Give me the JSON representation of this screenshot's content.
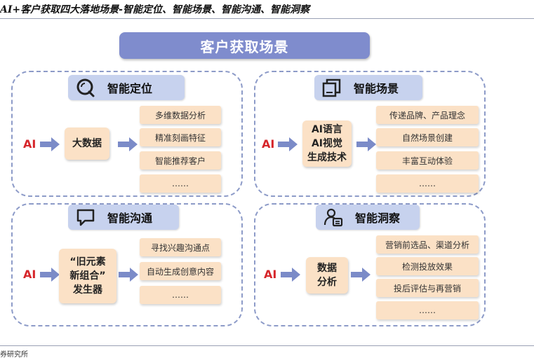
{
  "page_title": "AI+客户获取四大落地场景-智能定位、智能场景、智能沟通、智能洞察",
  "footer_source": "券研究所",
  "main_header": "客户获取场景",
  "colors": {
    "header_bg": "#7f8ccd",
    "subheader_bg": "#c7d2ee",
    "box_bg": "#fbe1c6",
    "arrow": "#7b8bc8",
    "ai_red": "#d6262b",
    "dash": "#8d9bc8"
  },
  "quadrants": [
    {
      "title": "智能定位",
      "icon": "search-chat-icon",
      "ai_label": "AI",
      "center": [
        "大数据"
      ],
      "items": [
        "多维数据分析",
        "精准刻画特征",
        "智能推荐客户",
        "……"
      ]
    },
    {
      "title": "智能场景",
      "icon": "layered-screens-icon",
      "ai_label": "AI",
      "center": [
        "AI语言",
        "AI视觉",
        "生成技术"
      ],
      "items": [
        "传递品牌、产品理念",
        "自然场景创建",
        "丰富互动体验",
        "……"
      ]
    },
    {
      "title": "智能沟通",
      "icon": "speech-bubble-icon",
      "ai_label": "AI",
      "center": [
        "“旧元素",
        "新组合”",
        "发生器"
      ],
      "items": [
        "寻找兴趣沟通点",
        "自动生成创意内容",
        "……"
      ]
    },
    {
      "title": "智能洞察",
      "icon": "user-card-icon",
      "ai_label": "AI",
      "center": [
        "数据",
        "分析"
      ],
      "items": [
        "营销前选品、渠道分析",
        "检测投放效果",
        "投后评估与再营销",
        "……"
      ]
    }
  ]
}
